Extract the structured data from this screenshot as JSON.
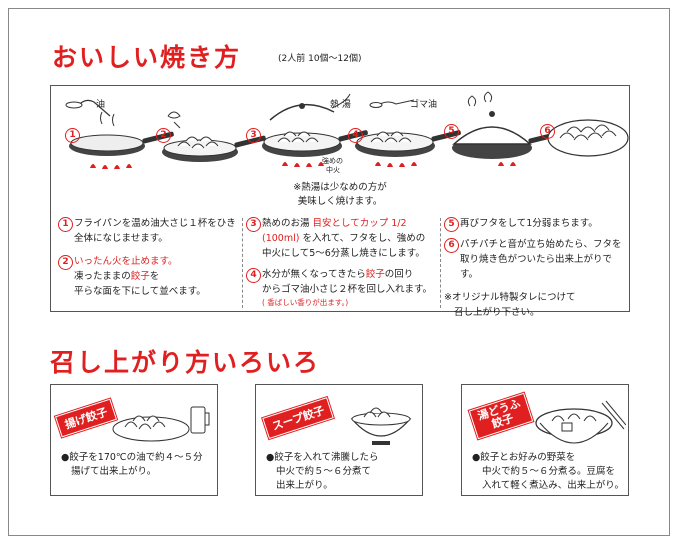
{
  "section1": {
    "title": "おいしい焼き方",
    "subtitle": "(2人前 10個〜12個)"
  },
  "labels": {
    "oil": "油",
    "hot_water": "熱 湯",
    "sesame_oil": "ゴマ油",
    "medium_heat_1": "強めの",
    "medium_heat_2": "中火"
  },
  "step_numbers": [
    "1",
    "2",
    "3",
    "4",
    "5",
    "6"
  ],
  "note_water": {
    "line1": "※熱湯は少なめの方が",
    "line2": "美味しく焼けます。"
  },
  "steps": {
    "s1": {
      "num": "1",
      "line1": "フライパンを温め油大さじ１杯をひき",
      "line2": "全体になじませます。"
    },
    "s2": {
      "num": "2",
      "title": "いったん火を止めます。",
      "line1a": "凍ったままの",
      "line1b": "餃子",
      "line1c": "を",
      "line2": "平らな面を下にして並べます。"
    },
    "s3": {
      "num": "3",
      "line1a": "熱めのお湯 ",
      "line1b": "目安としてカップ 1/2",
      "line2a": "(100ml)",
      "line2b": " を入れて、フタをし、強めの",
      "line3": "中火にして5〜6分蒸し焼きにします。"
    },
    "s4": {
      "num": "4",
      "line1a": "水分が無くなってきたら",
      "line1b": "餃子",
      "line1c": "の回り",
      "line2": "からゴマ油小さじ２杯を回し入れます。",
      "note": "( 香ばしい香りが出ます。)"
    },
    "s5": {
      "num": "5",
      "line1": "再びフタをして1分弱まちます。"
    },
    "s6": {
      "num": "6",
      "line1": "パチパチと音が立ち始めたら、フタを",
      "line2": "取り焼き色がついたら出来上がりです。"
    },
    "tare": {
      "line1": "※オリジナル特製タレにつけて",
      "line2": "召し上がり下さい。"
    }
  },
  "section2": {
    "title": "召し上がり方いろいろ"
  },
  "cards": [
    {
      "ribbon": "揚げ餃子",
      "line1": "●餃子を170℃の油で約４〜５分",
      "line2": "揚げて出来上がり。"
    },
    {
      "ribbon": "スープ餃子",
      "line1": "●餃子を入れて沸騰したら",
      "line2": "中火で約５〜６分煮て",
      "line3": "出来上がり。"
    },
    {
      "ribbon1": "湯どうふ",
      "ribbon2": "餃子",
      "line1": "●餃子とお好みの野菜を",
      "line2": "中火で約５〜６分煮る。豆腐を",
      "line3": "入れて軽く煮込み、出来上がり。"
    }
  ],
  "colors": {
    "accent": "#e02020",
    "flame": "#e02020",
    "ink": "#222222"
  }
}
